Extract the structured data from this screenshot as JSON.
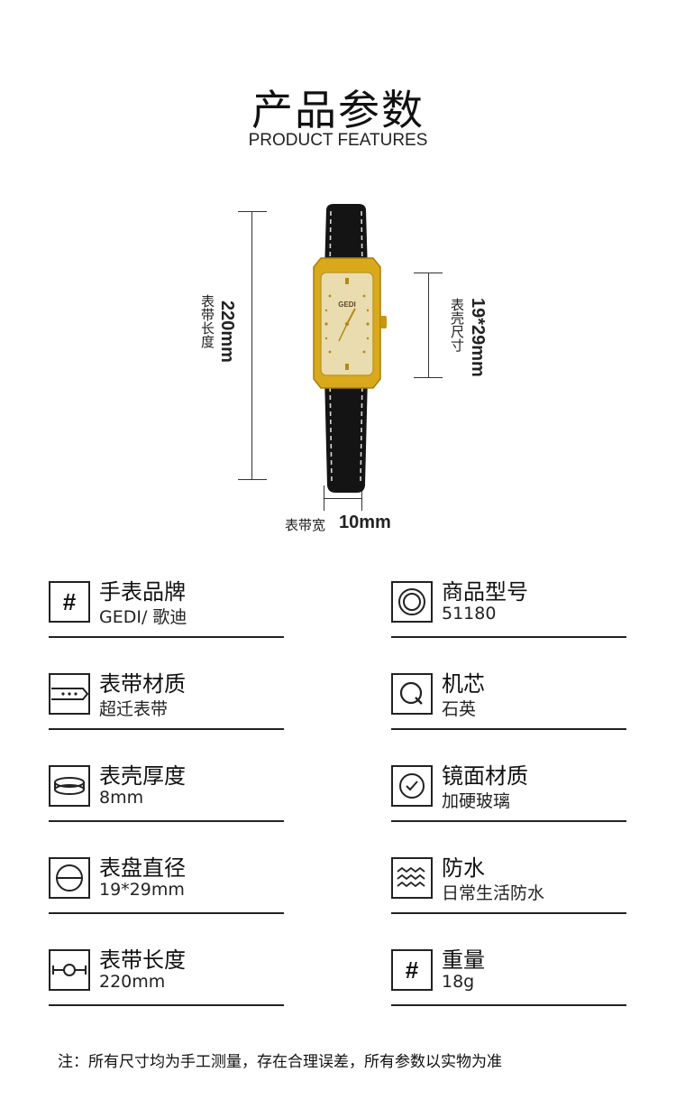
{
  "header": {
    "title_cn": "产品参数",
    "title_en": "PRODUCT FEATURES"
  },
  "dimensions": {
    "strap_length_label": "表带长度",
    "strap_length_value": "220mm",
    "case_size_label": "表壳尺寸",
    "case_size_value": "19*29mm",
    "strap_width_label": "表带宽",
    "strap_width_value": "10mm"
  },
  "watch": {
    "brand_text": "GEDI",
    "dial_color": "#e9dcae",
    "case_color": "#d9a91c",
    "strap_color": "#141414",
    "stitch_color": "#d8d8d8"
  },
  "specs": [
    {
      "icon": "hash-icon",
      "icon_text": "#",
      "label": "手表品牌",
      "value": "GEDI/ 歌迪"
    },
    {
      "icon": "concentric-circles-icon",
      "label": "商品型号",
      "value": "51180"
    },
    {
      "icon": "strap-icon",
      "label": "表带材质",
      "value": "超迁表带"
    },
    {
      "icon": "quartz-q-icon",
      "label": "机芯",
      "value": "石英"
    },
    {
      "icon": "case-thickness-icon",
      "label": "表壳厚度",
      "value": "8mm"
    },
    {
      "icon": "clock-check-icon",
      "label": "镜面材质",
      "value": "加硬玻璃"
    },
    {
      "icon": "dial-diameter-icon",
      "label": "表盘直径",
      "value": "19*29mm"
    },
    {
      "icon": "water-waves-icon",
      "label": "防水",
      "value": "日常生活防水"
    },
    {
      "icon": "strap-length-icon",
      "label": "表带长度",
      "value": "220mm"
    },
    {
      "icon": "hash-icon",
      "icon_text": "#",
      "label": "重量",
      "value": "18g"
    }
  ],
  "footer": {
    "note": "注：所有尺寸均为手工测量，存在合理误差，所有参数以实物为准"
  }
}
